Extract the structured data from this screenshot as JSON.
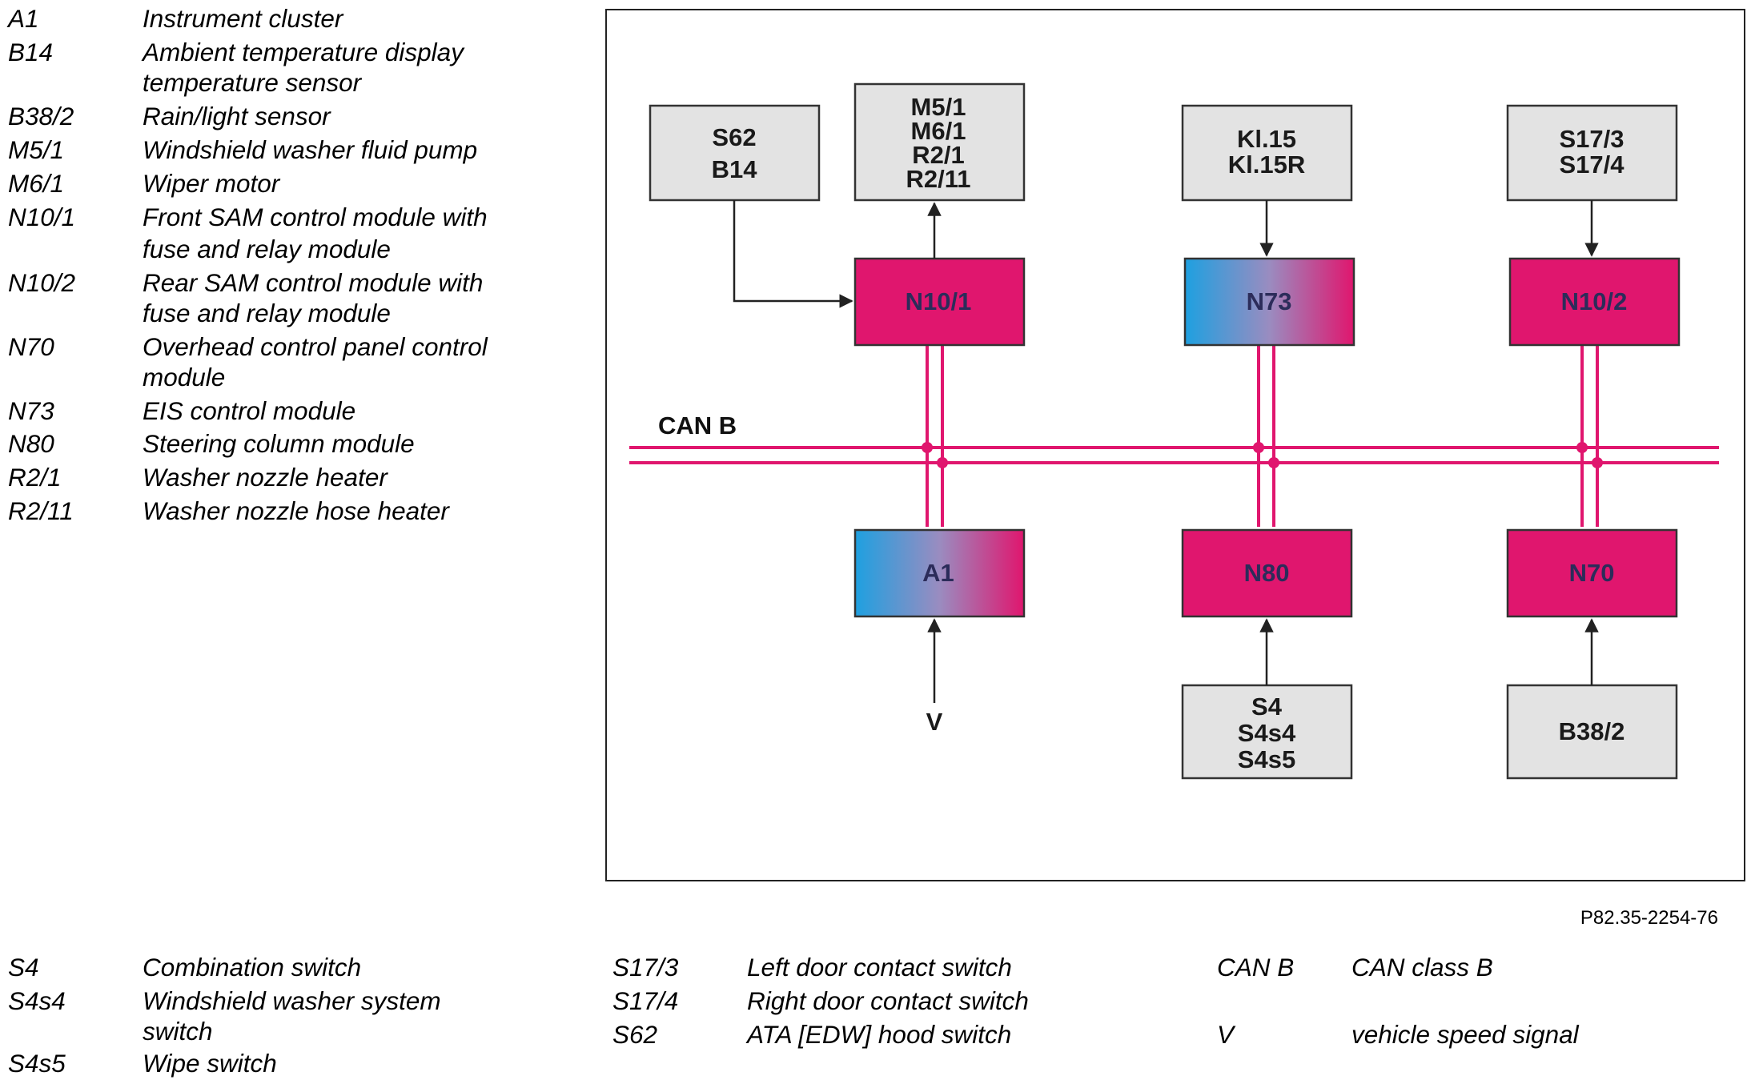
{
  "legend_top": [
    {
      "code": "A1",
      "desc": "Instrument cluster"
    },
    {
      "code": "B14",
      "desc": "Ambient temperature display",
      "desc2": "temperature sensor"
    },
    {
      "code": "B38/2",
      "desc": "Rain/light sensor"
    },
    {
      "code": "M5/1",
      "desc": "Windshield washer fluid pump"
    },
    {
      "code": "M6/1",
      "desc": "Wiper motor"
    },
    {
      "code": "N10/1",
      "desc": "Front SAM control module with",
      "desc2": "fuse and relay module"
    },
    {
      "code": "N10/2",
      "desc": "Rear SAM control module with",
      "desc2": "fuse and relay module"
    },
    {
      "code": "N70",
      "desc": "Overhead control panel control",
      "desc2": "module"
    },
    {
      "code": "N73",
      "desc": "EIS control module"
    },
    {
      "code": "N80",
      "desc": "Steering column module"
    },
    {
      "code": "R2/1",
      "desc": "Washer nozzle heater"
    },
    {
      "code": "R2/11",
      "desc": "Washer nozzle hose heater"
    }
  ],
  "legend_bottom": [
    {
      "code": "S4",
      "desc": "Combination switch"
    },
    {
      "code": "S4s4",
      "desc": "Windshield washer system",
      "desc2": "switch"
    },
    {
      "code": "S4s5",
      "desc": "Wipe switch"
    },
    {
      "code": "S17/3",
      "desc": "Left door contact switch"
    },
    {
      "code": "S17/4",
      "desc": "Right door contact switch"
    },
    {
      "code": "S62",
      "desc": "ATA [EDW] hood switch"
    },
    {
      "code": "CAN B",
      "desc": "CAN class B"
    },
    {
      "code": "V",
      "desc": "vehicle speed signal"
    }
  ],
  "figure_ref": "P82.35-2254-76",
  "diagram": {
    "bus_label": "CAN B",
    "input_label_v": "V",
    "gray_boxes": {
      "s62_b14": [
        "S62",
        "B14"
      ],
      "outputs": [
        "M5/1",
        "M6/1",
        "R2/1",
        "R2/11"
      ],
      "kl": [
        "Kl.15",
        "Kl.15R"
      ],
      "s17": [
        "S17/3",
        "S17/4"
      ],
      "s4": [
        "S4",
        "S4s4",
        "S4s5"
      ],
      "b38": [
        "B38/2"
      ]
    },
    "modules": {
      "n10_1": "N10/1",
      "n73": "N73",
      "n10_2": "N10/2",
      "a1": "A1",
      "n80": "N80",
      "n70": "N70"
    }
  },
  "colors": {
    "module_magenta": "#e0166e",
    "gradient_blue": "#1ea0e0",
    "gray_box": "#e3e3e3",
    "bus_line": "#e0166e",
    "frame": "#222222"
  }
}
